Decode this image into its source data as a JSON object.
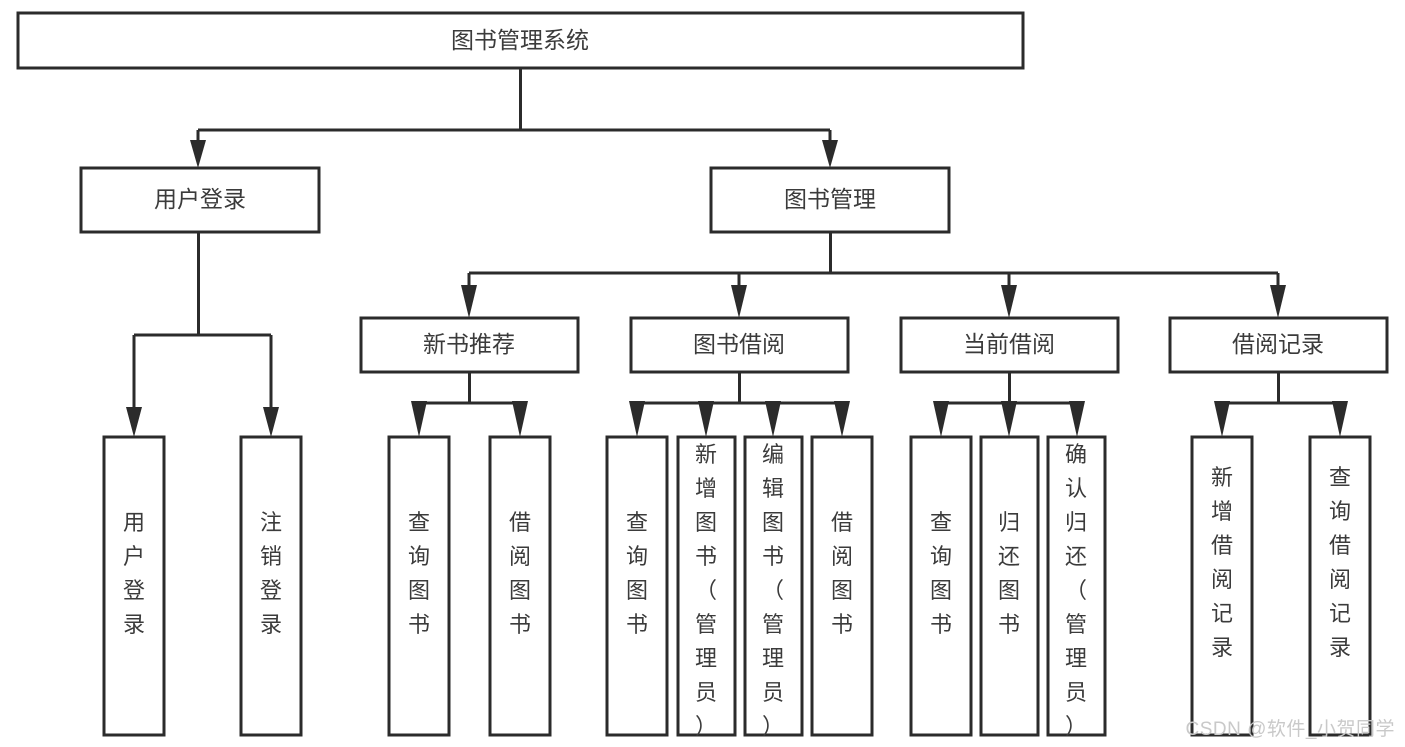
{
  "diagram": {
    "type": "tree",
    "title": "图书管理系统",
    "watermark": "CSDN @软件_小贺同学",
    "colors": {
      "stroke": "#2b2b2b",
      "fill": "#ffffff",
      "text": "#3b3b3b",
      "watermark": "#c9c9c9"
    },
    "root": {
      "label": "图书管理系统",
      "level": 0
    },
    "level1": [
      {
        "label": "用户登录"
      },
      {
        "label": "图书管理"
      }
    ],
    "level2": [
      {
        "label": "新书推荐"
      },
      {
        "label": "图书借阅"
      },
      {
        "label": "当前借阅"
      },
      {
        "label": "借阅记录"
      }
    ],
    "leaves": {
      "user_login": [
        {
          "label": "用户登录"
        },
        {
          "label": "注销登录"
        }
      ],
      "new_book_recommend": [
        {
          "label": "查询图书"
        },
        {
          "label": "借阅图书"
        }
      ],
      "book_borrow": [
        {
          "label": "查询图书"
        },
        {
          "label": "新增图书（管理员）"
        },
        {
          "label": "编辑图书（管理员）"
        },
        {
          "label": "借阅图书"
        }
      ],
      "current_borrow": [
        {
          "label": "查询图书"
        },
        {
          "label": "归还图书"
        },
        {
          "label": "确认归还（管理员）"
        }
      ],
      "borrow_record": [
        {
          "label": "新增借阅记录"
        },
        {
          "label": "查询借阅记录"
        }
      ]
    }
  }
}
